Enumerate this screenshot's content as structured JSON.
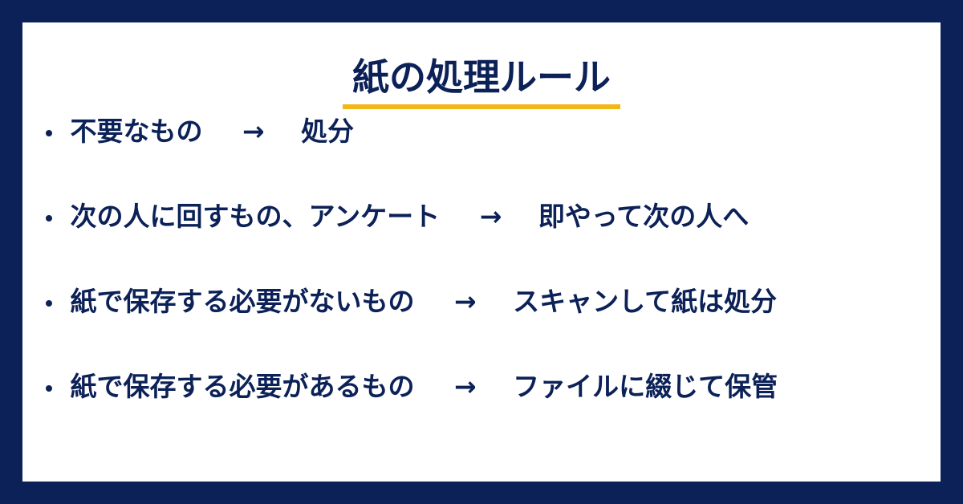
{
  "title": "紙の処理ルール",
  "colors": {
    "frame": "#0b2157",
    "text": "#0b2157",
    "underline": "#f2b619",
    "background": "#ffffff"
  },
  "rules": [
    {
      "condition": "不要なもの",
      "arrow": "→",
      "action": "処分"
    },
    {
      "condition": "次の人に回すもの、アンケート",
      "arrow": "→",
      "action": "即やって次の人へ"
    },
    {
      "condition": "紙で保存する必要がないもの",
      "arrow": "→",
      "action": "スキャンして紙は処分"
    },
    {
      "condition": "紙で保存する必要があるもの",
      "arrow": "→",
      "action": "ファイルに綴じて保管"
    }
  ]
}
